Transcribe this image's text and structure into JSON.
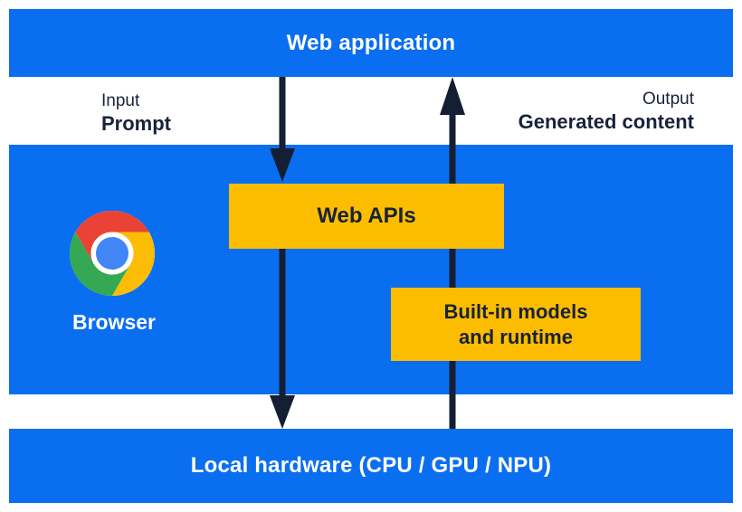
{
  "colors": {
    "section_blue": "#0a6ef0",
    "box_yellow": "#fcbd00",
    "ink_navy": "#18223a",
    "text_white": "#ffffff",
    "chrome_red": "#EA4335",
    "chrome_yellow": "#FBBC04",
    "chrome_green": "#34A853",
    "chrome_blue": "#4285F4"
  },
  "top_bar": {
    "label": "Web application"
  },
  "flow_labels": {
    "input_caption": "Input",
    "input_value": "Prompt",
    "output_caption": "Output",
    "output_value": "Generated content"
  },
  "browser_section": {
    "browser_label": "Browser",
    "logo_icon": "chrome-logo",
    "web_apis_label": "Web APIs",
    "builtin_models_line1": "Built-in models",
    "builtin_models_line2": "and runtime"
  },
  "bottom_bar": {
    "label": "Local hardware (CPU / GPU / NPU)"
  }
}
